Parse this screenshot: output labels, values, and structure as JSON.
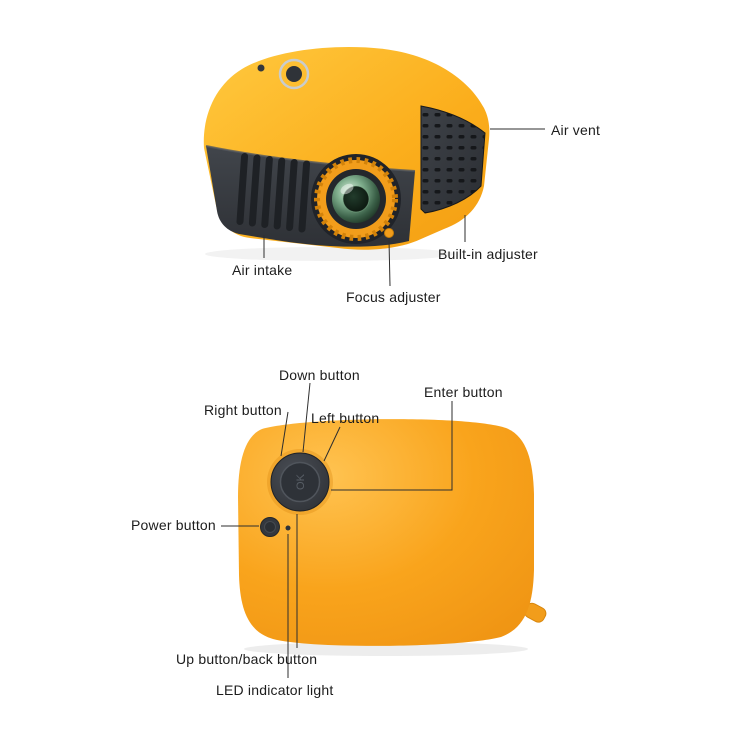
{
  "colors": {
    "background": "#FFFFFF",
    "body_yellow": "#F9A91B",
    "body_dark": "#383C42",
    "accent_orange": "#F29D1B",
    "lens_green": "#5E8F70",
    "label_text": "#1C1C1C",
    "line": "#2E2E2E"
  },
  "perspective_view": {
    "labels": {
      "air_vent": "Air vent",
      "built_in_adjuster": "Built-in adjuster",
      "air_intake": "Air intake",
      "focus_adjuster": "Focus adjuster"
    }
  },
  "top_view": {
    "labels": {
      "down_button": "Down button",
      "enter_button": "Enter button",
      "right_button": "Right button",
      "left_button": "Left button",
      "power_button": "Power button",
      "up_back_button": "Up button/back button",
      "led_indicator": "LED indicator light"
    },
    "dial_label": "OK"
  }
}
